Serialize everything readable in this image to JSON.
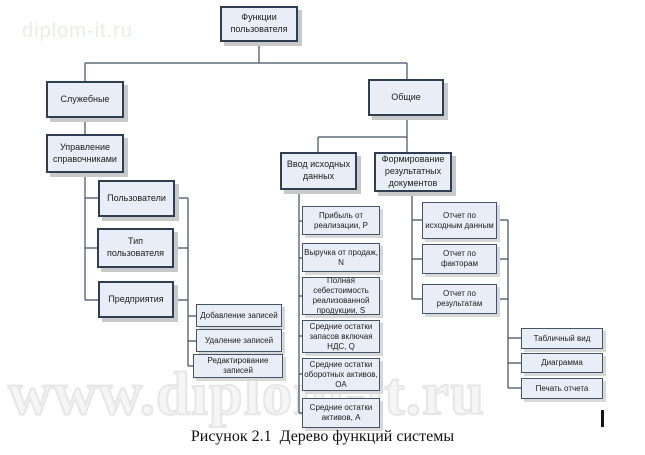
{
  "figure": {
    "caption": "Рисунок 2.1  Дерево функций системы",
    "watermark_corner": "diplom-it.ru",
    "watermark_main": "www.diplom-it.ru"
  },
  "colors": {
    "node_fill": "#e9eef6",
    "node_border_major": "#2e3f54",
    "node_border_minor": "#44546a",
    "connector": "#3f4e63",
    "shadow": "#c9c9c9"
  },
  "tree": {
    "type": "function-tree",
    "nodes": [
      {
        "id": "root",
        "label": "Функции пользователя"
      },
      {
        "id": "sluzhebnye",
        "label": "Служебные"
      },
      {
        "id": "upravlenie",
        "label": "Управление справочниками"
      },
      {
        "id": "polzovateli",
        "label": "Пользователи"
      },
      {
        "id": "tip-polzovatelya",
        "label": "Тип пользователя"
      },
      {
        "id": "predpriyatiya",
        "label": "Предприятия"
      },
      {
        "id": "obshchie",
        "label": "Общие"
      },
      {
        "id": "vvod",
        "label": "Ввод исходных данных"
      },
      {
        "id": "formirovanie",
        "label": "Формирование результатных документов"
      },
      {
        "id": "dobavlenie",
        "label": "Добавление записей"
      },
      {
        "id": "udalenie",
        "label": "Удаление записей"
      },
      {
        "id": "redaktirovanie",
        "label": "Редактирование записей"
      },
      {
        "id": "pribyl",
        "label": "Прибыль от реализации, Р"
      },
      {
        "id": "vyruchka",
        "label": "Выручка от продаж, N"
      },
      {
        "id": "sebestoimost",
        "label": "Полная себестоимость реализованной продукции, S"
      },
      {
        "id": "zapasy",
        "label": "Средние остатки запасов включая НДС, Q"
      },
      {
        "id": "oborotnye",
        "label": "Средние остатки оборотных активов, ОА"
      },
      {
        "id": "aktivy",
        "label": "Средние остатки активов, А"
      },
      {
        "id": "otchet-iskhodnym",
        "label": "Отчет по исходным данным"
      },
      {
        "id": "otchet-faktoram",
        "label": "Отчет по факторам"
      },
      {
        "id": "otchet-rezultatam",
        "label": "Отчет по результатам"
      },
      {
        "id": "tablichny-vid",
        "label": "Табличный вид"
      },
      {
        "id": "diagramma",
        "label": "Диаграмма"
      },
      {
        "id": "pechat-otcheta",
        "label": "Печать отчета"
      }
    ],
    "structure": {
      "Функции пользователя": [
        "Служебные",
        "Общие"
      ],
      "Служебные": [
        "Управление справочниками"
      ],
      "Управление справочниками": [
        "Пользователи",
        "Тип пользователя",
        "Предприятия"
      ],
      "Пользователи / Тип пользователя / Предприятия": [
        "Добавление записей",
        "Удаление записей",
        "Редактирование записей"
      ],
      "Общие": [
        "Ввод исходных данных",
        "Формирование результатных документов"
      ],
      "Ввод исходных данных": [
        "Прибыль от реализации, Р",
        "Выручка от продаж, N",
        "Полная себестоимость реализованной продукции, S",
        "Средние остатки запасов включая НДС, Q",
        "Средние остатки оборотных активов, ОА",
        "Средние остатки активов, А"
      ],
      "Формирование результатных документов": [
        "Отчет по исходным данным",
        "Отчет по факторам",
        "Отчет по результатам"
      ],
      "Отчет по исходным данным / Отчет по факторам / Отчет по результатам": [
        "Табличный вид",
        "Диаграмма",
        "Печать отчета"
      ]
    }
  }
}
